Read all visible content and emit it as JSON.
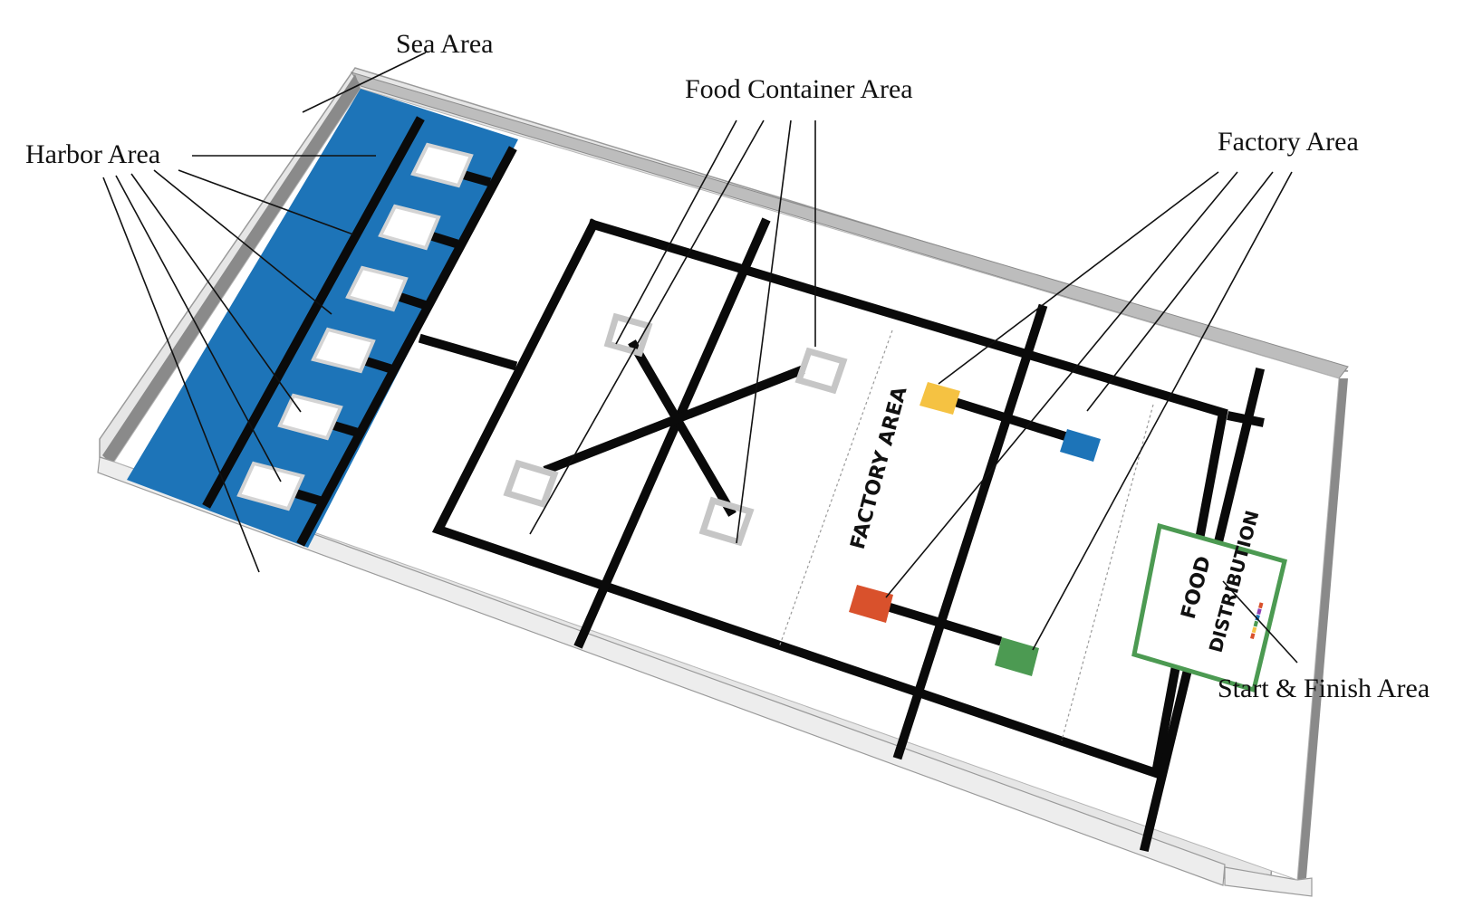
{
  "labels": {
    "sea": "Sea Area",
    "food_container": "Food Container Area",
    "harbor": "Harbor Area",
    "factory": "Factory Area",
    "start_finish": "Start & Finish Area"
  },
  "mat": {
    "factory_text": "FACTORY AREA",
    "food_distribution_line1": "FOOD",
    "food_distribution_line2": "DISTRIBUTION"
  },
  "colors": {
    "sea": "#1d74b8",
    "track": "#0a0a0a",
    "wall": "#e6e6e6",
    "wall_shadow": "#8a8a8a",
    "yellow_block": "#f5c242",
    "blue_block": "#1d74b8",
    "red_block": "#d9512c",
    "green_block": "#4c9a52",
    "start_box": "#4c9a52"
  }
}
